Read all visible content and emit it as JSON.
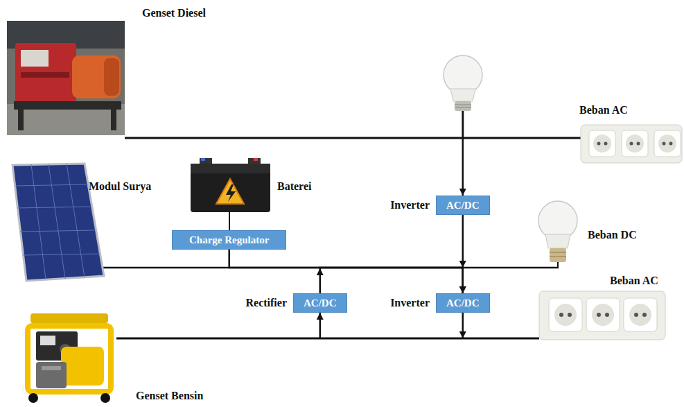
{
  "diagram": {
    "nodes": [
      {
        "text": [
          "Inverter",
          "AC/DC"
        ]
      },
      {
        "text": [
          "Charge Regulator"
        ]
      },
      {
        "text": [
          "Rectifier",
          "AC/DC"
        ]
      },
      {
        "text": [
          "Inverter",
          "AC/DC"
        ]
      }
    ],
    "edges": [
      {
        "from": 0,
        "to": 3,
        "arrow": "to"
      },
      {
        "from": 2,
        "to": 3,
        "arrow": "to"
      },
      {
        "from": 1,
        "to": 3,
        "arrow": "none"
      }
    ],
    "labels": [
      "Genset Diesel",
      "Beban AC",
      "Modul Surya",
      "Baterei",
      "Beban DC",
      "Beban AC",
      "Genset Bensin"
    ]
  }
}
